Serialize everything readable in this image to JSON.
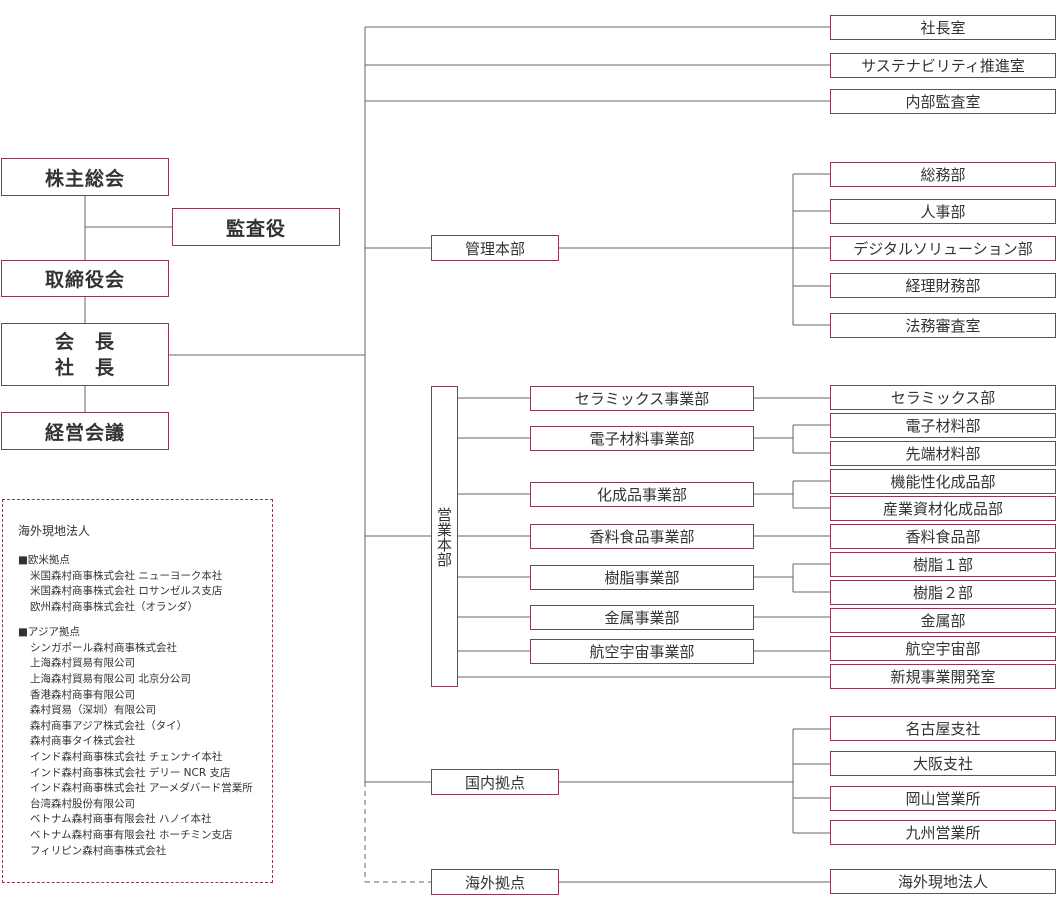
{
  "top": {
    "shareholders": "株主総会",
    "auditor": "監査役",
    "board": "取締役会",
    "chairman": "会　長",
    "president": "社　長",
    "management_council": "経営会議"
  },
  "direct": [
    "社長室",
    "サステナビリティ推進室",
    "内部監査室"
  ],
  "admin": {
    "name": "管理本部",
    "depts": [
      "総務部",
      "人事部",
      "デジタルソリューション部",
      "経理財務部",
      "法務審査室"
    ]
  },
  "sales": {
    "name": "営業本部",
    "divisions": [
      "セラミックス事業部",
      "電子材料事業部",
      "化成品事業部",
      "香料食品事業部",
      "樹脂事業部",
      "金属事業部",
      "航空宇宙事業部"
    ],
    "depts": [
      "セラミックス部",
      "電子材料部",
      "先端材料部",
      "機能性化成品部",
      "産業資材化成品部",
      "香料食品部",
      "樹脂１部",
      "樹脂２部",
      "金属部",
      "航空宇宙部",
      "新規事業開発室"
    ]
  },
  "domestic": {
    "name": "国内拠点",
    "branches": [
      "名古屋支社",
      "大阪支社",
      "岡山営業所",
      "九州営業所"
    ]
  },
  "overseas_base": {
    "name": "海外拠点",
    "target": "海外現地法人"
  },
  "overseas_panel": {
    "title": "海外現地法人",
    "groups": [
      {
        "heading": "■欧米拠点",
        "items": [
          "米国森村商事株式会社 ニューヨーク本社",
          "米国森村商事株式会社 ロサンゼルス支店",
          "欧州森村商事株式会社（オランダ）"
        ]
      },
      {
        "heading": "■アジア拠点",
        "items": [
          "シンガポール森村商事株式会社",
          "上海森村貿易有限公司",
          "上海森村貿易有限公司 北京分公司",
          "香港森村商事有限公司",
          "森村貿易（深圳）有限公司",
          "森村商事アジア株式会社（タイ）",
          "森村商事タイ株式会社",
          "インド森村商事株式会社 チェンナイ本社",
          "インド森村商事株式会社 デリー NCR 支店",
          "インド森村商事株式会社 アーメダバード営業所",
          "台湾森村股份有限公司",
          "ベトナム森村商事有限会社 ハノイ本社",
          "ベトナム森村商事有限会社 ホーチミン支店",
          "フィリピン森村商事株式会社"
        ]
      }
    ]
  },
  "colors": {
    "accent": "#8a3a5a",
    "line": "#666666"
  }
}
